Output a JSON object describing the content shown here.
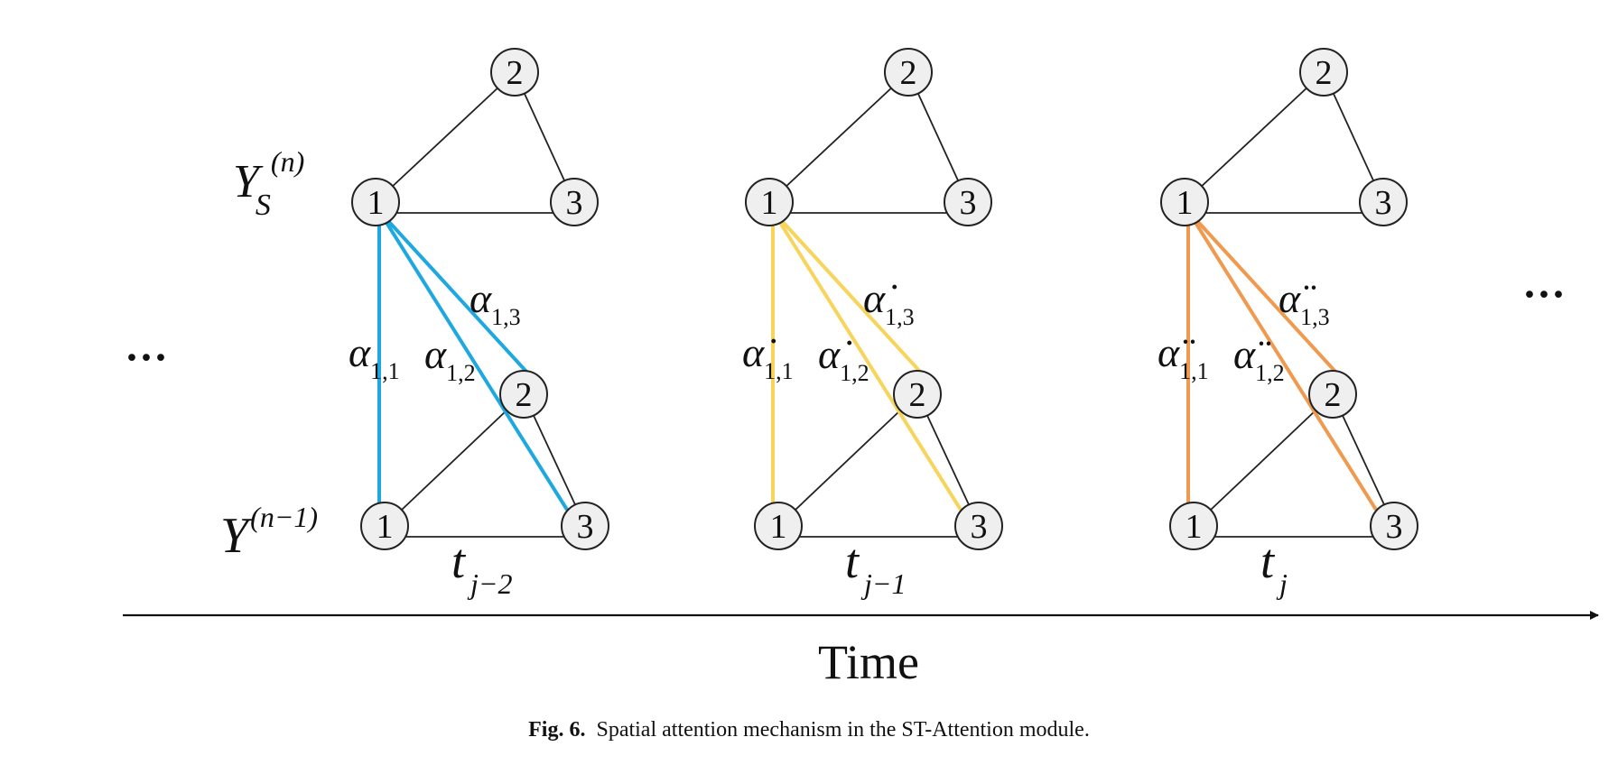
{
  "figure": {
    "caption_label": "Fig. 6.",
    "caption_text": "Spatial attention mechanism in the ST-Attention module.",
    "time_label": "Time",
    "ellipsis": "···",
    "colors": {
      "blue": "#1ea8e0",
      "yellow": "#f7d45c",
      "orange": "#ef9a4f"
    }
  },
  "rows": {
    "top": {
      "base": "Y",
      "sub": "S",
      "sup": "(n)"
    },
    "bottom": {
      "base": "Y",
      "sup": "(n−1)"
    }
  },
  "nodes": [
    "1",
    "2",
    "3"
  ],
  "frames": [
    {
      "time_base": "t",
      "time_sub": "j−2",
      "color": "blue",
      "weights": [
        {
          "sym": "α",
          "sub": "1,1"
        },
        {
          "sym": "α",
          "sub": "1,2"
        },
        {
          "sym": "α",
          "sub": "1,3"
        }
      ]
    },
    {
      "time_base": "t",
      "time_sub": "j−1",
      "color": "yellow",
      "weights": [
        {
          "sym": "α̇",
          "sub": "1,1"
        },
        {
          "sym": "α̇",
          "sub": "1,2"
        },
        {
          "sym": "α̇",
          "sub": "1,3"
        }
      ]
    },
    {
      "time_base": "t",
      "time_sub": "j",
      "color": "orange",
      "weights": [
        {
          "sym": "α̈",
          "sub": "1,1"
        },
        {
          "sym": "α̈",
          "sub": "1,2"
        },
        {
          "sym": "α̈",
          "sub": "1,3"
        }
      ]
    }
  ]
}
